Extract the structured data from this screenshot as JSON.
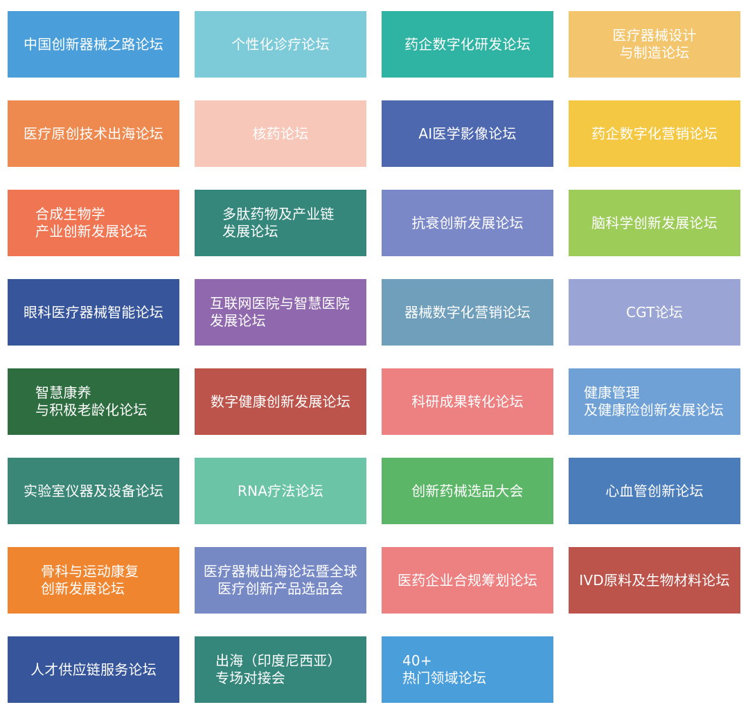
{
  "forums": [
    {
      "label": "中国创新器械之路论坛",
      "color": "#4a9fdb"
    },
    {
      "label": "个性化诊疗论坛",
      "color": "#7dcbd8"
    },
    {
      "label": "药企数字化研发论坛",
      "color": "#2fb3a3"
    },
    {
      "label": "医疗器械设计\n与制造论坛",
      "color": "#f3c56c"
    },
    {
      "label": "医疗原创技术出海论坛",
      "color": "#ee8a50"
    },
    {
      "label": "核药论坛",
      "color": "#f7c8b9"
    },
    {
      "label": "AI医学影像论坛",
      "color": "#4e68b0"
    },
    {
      "label": "药企数字化营销论坛",
      "color": "#f4c842"
    },
    {
      "label": "合成生物学\n产业创新发展论坛",
      "color": "#ef7553"
    },
    {
      "label": "多肽药物及产业链\n发展论坛",
      "color": "#35877c"
    },
    {
      "label": "抗衰创新发展论坛",
      "color": "#7b88c7"
    },
    {
      "label": "脑科学创新发展论坛",
      "color": "#9dcc59"
    },
    {
      "label": "眼科医疗器械智能论坛",
      "color": "#36559a"
    },
    {
      "label": "互联网医院与智慧医院\n发展论坛",
      "color": "#9068ad"
    },
    {
      "label": "器械数字化营销论坛",
      "color": "#6f9fbb"
    },
    {
      "label": "CGT论坛",
      "color": "#9aa5d5"
    },
    {
      "label": "智慧康养\n与积极老龄化论坛",
      "color": "#2e6d3f"
    },
    {
      "label": "数字健康创新发展论坛",
      "color": "#bd544b"
    },
    {
      "label": "科研成果转化论坛",
      "color": "#ed8181"
    },
    {
      "label": "健康管理\n及健康险创新发展论坛",
      "color": "#6fa1d6"
    },
    {
      "label": "实验室仪器及设备论坛",
      "color": "#3b8777"
    },
    {
      "label": "RNA疗法论坛",
      "color": "#6cc4a6"
    },
    {
      "label": "创新药械选品大会",
      "color": "#5cb667"
    },
    {
      "label": "心血管创新论坛",
      "color": "#4b7dba"
    },
    {
      "label": "骨科与运动康复\n创新发展论坛",
      "color": "#ef852f"
    },
    {
      "label": "医疗器械出海论坛暨全球\n医疗创新产品选品会",
      "color": "#7789c4"
    },
    {
      "label": "医药企业合规筹划论坛",
      "color": "#ed8181"
    },
    {
      "label": "IVD原料及生物材料论坛",
      "color": "#bd544b"
    },
    {
      "label": "人才供应链服务论坛",
      "color": "#36559a"
    },
    {
      "label": "出海（印度尼西亚）\n专场对接会",
      "color": "#35877c"
    },
    {
      "label": "40+\n热门领域论坛",
      "color": "#4a9fdb"
    }
  ]
}
